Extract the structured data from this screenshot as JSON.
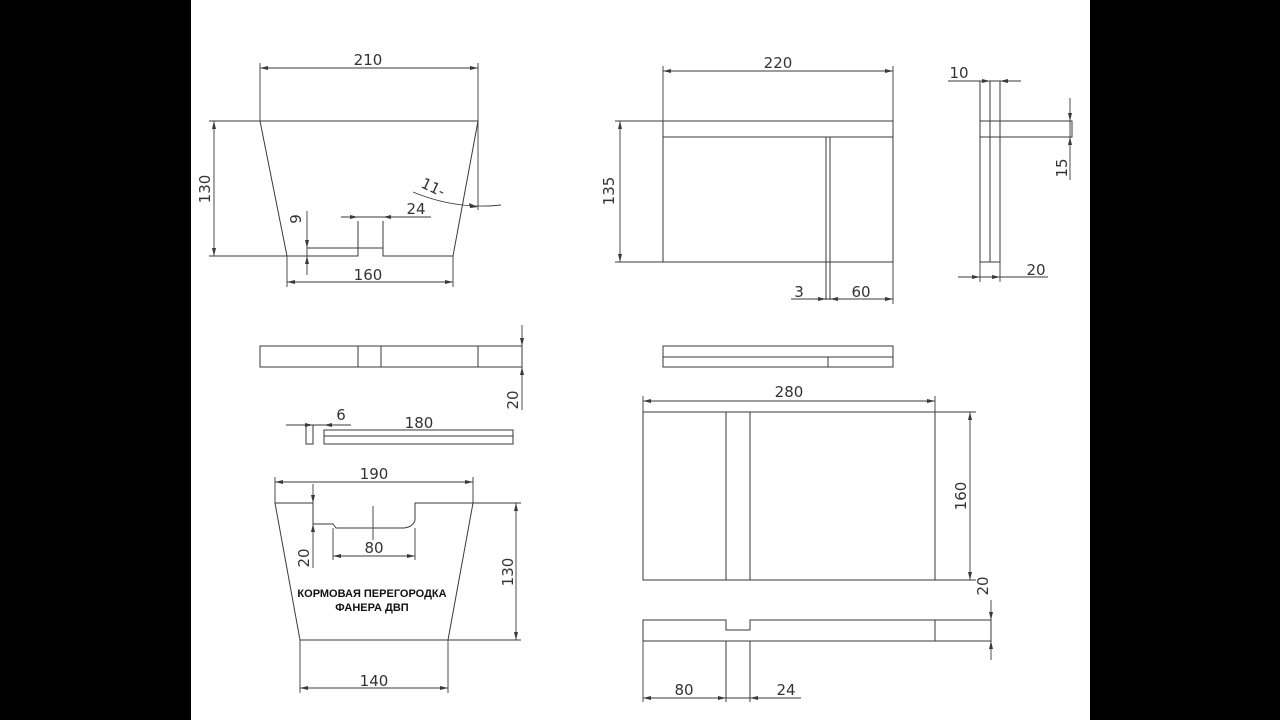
{
  "background_color": "#000000",
  "sheet_color": "#ffffff",
  "line_color": "#3a3a3a",
  "top_left_part": {
    "width_top": "210",
    "height": "130",
    "width_bottom": "160",
    "slot_depth": "9",
    "slot_width": "24",
    "angle": "11-"
  },
  "top_right_part": {
    "width": "220",
    "height": "135",
    "gap": "3",
    "strip": "60"
  },
  "side_profile": {
    "thickness": "10",
    "flange": "15",
    "base": "20"
  },
  "left_strip": {
    "thickness": "20"
  },
  "thin_strip": {
    "gap": "6",
    "length": "180"
  },
  "stern_bulkhead": {
    "width_top": "190",
    "height": "130",
    "notch_depth": "20",
    "notch_width": "80",
    "width_bottom": "140",
    "label_line1": "КОРМОВАЯ ПЕРЕГОРОДКА",
    "label_line2": "ФАНЕРА ДВП"
  },
  "bottom_right_part": {
    "width": "280",
    "height": "160",
    "thickness": "20",
    "offset": "80",
    "slot": "24"
  }
}
